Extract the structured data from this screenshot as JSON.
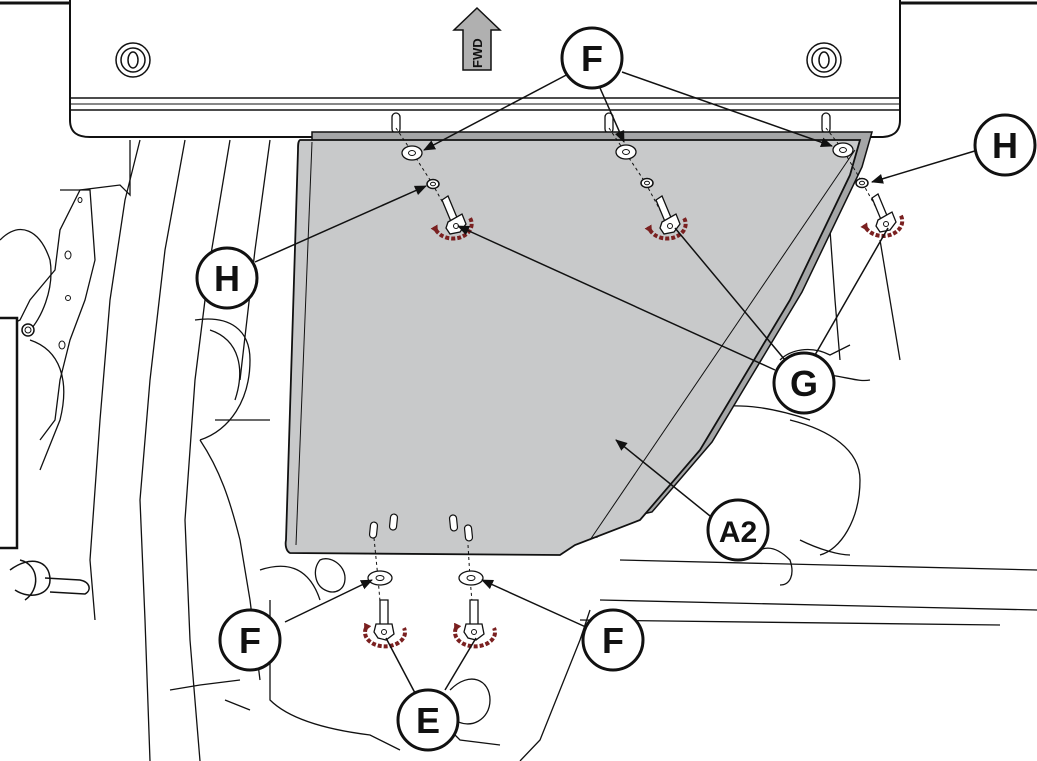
{
  "diagram": {
    "fwd_label": "FWD",
    "callouts": {
      "f_top": "F",
      "h_left": "H",
      "h_right": "H",
      "g": "G",
      "a2": "A2",
      "f_bottom_left": "F",
      "f_bottom_right": "F",
      "e": "E"
    },
    "colors": {
      "panel_fill": "#c8c9ca",
      "rotation_arrow": "#7a2020",
      "line": "#111111",
      "background": "#ffffff"
    }
  }
}
